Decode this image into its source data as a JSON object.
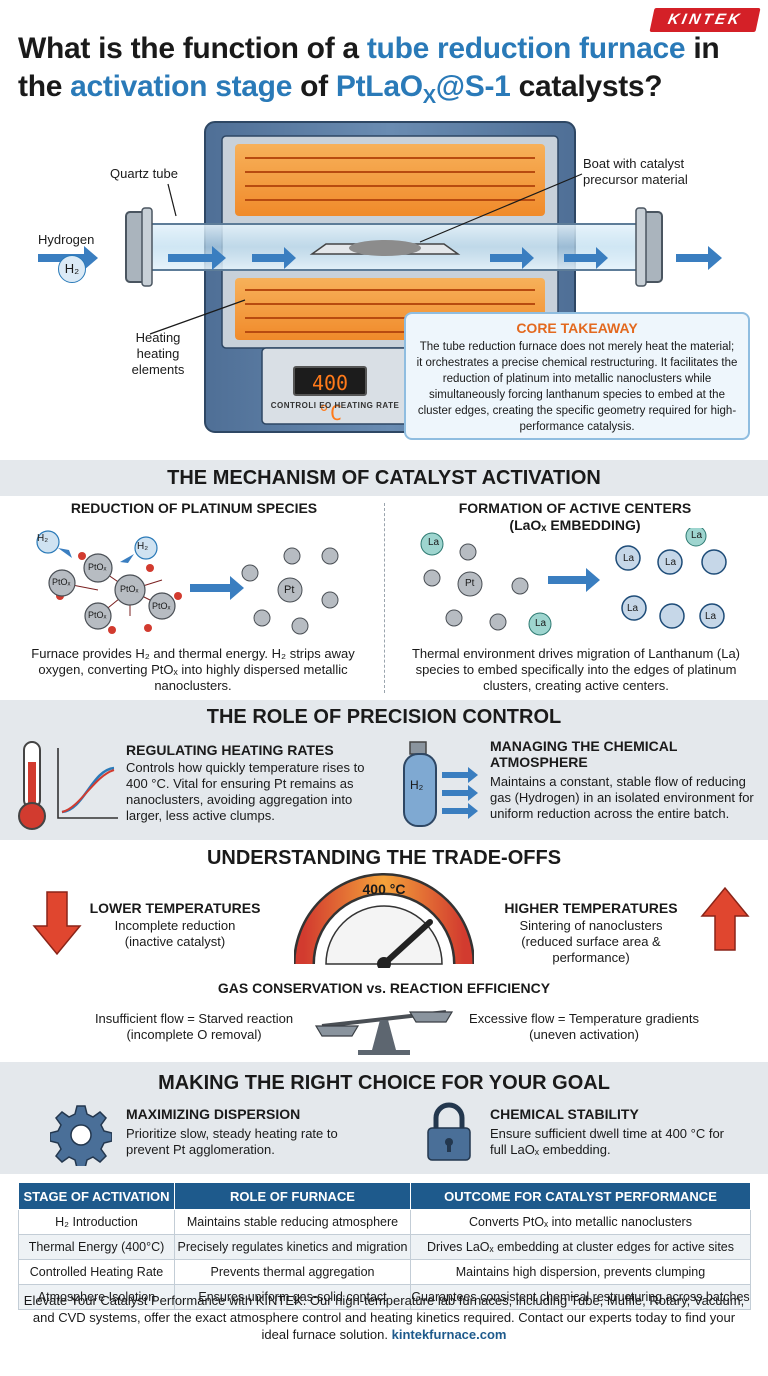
{
  "brand": {
    "logo": "KINTEK"
  },
  "title": {
    "part1": "What is the function of a ",
    "highlight1": "tube reduction furnace",
    "part2": " in the ",
    "highlight2": "activation stage",
    "part3": " of ",
    "highlight3": "PtLaO",
    "highlight3_sub": "X",
    "highlight3_rest": "@S-1",
    "part4": " catalysts?"
  },
  "hero": {
    "quartz_tube": "Quartz tube",
    "boat_label": "Boat with catalyst precursor material",
    "hydrogen": "Hydrogen",
    "h2_badge": "H₂",
    "heating_label": "Heating heating elements",
    "temp_display": "400 °C",
    "control_label": "CONTROLI EO HEATING RATE"
  },
  "core_takeaway": {
    "title": "CORE TAKEAWAY",
    "text": "The tube reduction furnace does not merely heat the material; it orchestrates a precise chemical restructuring. It facilitates the reduction of platinum into metallic nanoclusters while simultaneously forcing lanthanum species to embed at the cluster edges, creating the specific geometry required for high-performance catalysis."
  },
  "mechanism": {
    "title": "THE MECHANISM OF CATALYST ACTIVATION",
    "left": {
      "heading": "REDUCTION OF PLATINUM SPECIES",
      "text": "Furnace provides H₂ and thermal energy. H₂ strips away oxygen, converting PtOₓ into highly dispersed metallic nanoclusters.",
      "labels": [
        "H₂",
        "PtOₓ",
        "H₂",
        "PtOₓ",
        "PtOₓ",
        "PtOₓ",
        "PtOₓ",
        "Pt"
      ]
    },
    "right": {
      "heading": "FORMATION OF ACTIVE CENTERS",
      "heading2": "(LaOₓ EMBEDDING)",
      "text": "Thermal environment drives migration of Lanthanum (La) species to embed specifically into the edges of platinum clusters, creating active centers.",
      "labels": [
        "La",
        "Pt",
        "La",
        "La",
        "La",
        "La",
        "La",
        "La"
      ]
    }
  },
  "precision": {
    "title": "THE ROLE OF PRECISION CONTROL",
    "heating": {
      "heading": "REGULATING HEATING RATES",
      "text": "Controls how quickly temperature rises to 400 °C. Vital for ensuring Pt remains as nanoclusters, avoiding aggregation into larger, less active clumps."
    },
    "atmosphere": {
      "heading": "MANAGING THE CHEMICAL ATMOSPHERE",
      "text": "Maintains a constant, stable flow of reducing gas (Hydrogen) in an isolated environment for uniform reduction across the entire batch.",
      "cylinder_label": "H₂"
    }
  },
  "tradeoffs": {
    "title": "UNDERSTANDING THE TRADE-OFFS",
    "gauge_label": "400 °C",
    "lower": {
      "heading": "LOWER TEMPERATURES",
      "line1": "Incomplete reduction",
      "line2": "(inactive catalyst)"
    },
    "higher": {
      "heading": "HIGHER TEMPERATURES",
      "line1": "Sintering of nanoclusters",
      "line2": "(reduced surface area & performance)"
    },
    "gas_title": "GAS CONSERVATION vs. REACTION EFFICIENCY",
    "insufficient": {
      "line1": "Insufficient flow = Starved reaction",
      "line2": "(incomplete O removal)"
    },
    "excessive": {
      "line1": "Excessive flow = Temperature gradients",
      "line2": "(uneven activation)"
    }
  },
  "choice": {
    "title": "MAKING THE RIGHT CHOICE FOR YOUR GOAL",
    "dispersion": {
      "heading": "MAXIMIZING DISPERSION",
      "text": "Prioritize slow, steady heating rate to prevent Pt agglomeration."
    },
    "stability": {
      "heading": "CHEMICAL STABILITY",
      "text": "Ensure sufficient dwell time at 400 °C for full LaOₓ embedding."
    }
  },
  "table": {
    "headers": [
      "STAGE OF ACTIVATION",
      "ROLE OF FURNACE",
      "OUTCOME FOR CATALYST PERFORMANCE"
    ],
    "rows": [
      [
        "H₂ Introduction",
        "Maintains stable reducing atmosphere",
        "Converts PtOₓ into metallic nanoclusters"
      ],
      [
        "Thermal Energy (400°C)",
        "Precisely regulates kinetics and migration",
        "Drives LaOₓ embedding at cluster edges for active sites"
      ],
      [
        "Controlled Heating Rate",
        "Prevents thermal aggregation",
        "Maintains high dispersion, prevents clumping"
      ],
      [
        "Atmosphere Isolation",
        "Ensures uniform gas-solid contact",
        "Guarantees consistent chemical restructuring across batches"
      ]
    ]
  },
  "footer": {
    "text": "Elevate Your Catalyst Performance with KINTEK. Our high-temperature lab furnaces, including Tube, Muffle, Rotary, Vacuum, and CVD systems, offer the exact atmosphere control and heating kinetics required. Contact our experts today to find your ideal furnace solution. ",
    "link": "kintekfurnace.com"
  },
  "colors": {
    "accent": "#2a7ab8",
    "orange": "#e3691f",
    "header_blue": "#1e5a8c",
    "band_gray": "#e4e8ec"
  }
}
